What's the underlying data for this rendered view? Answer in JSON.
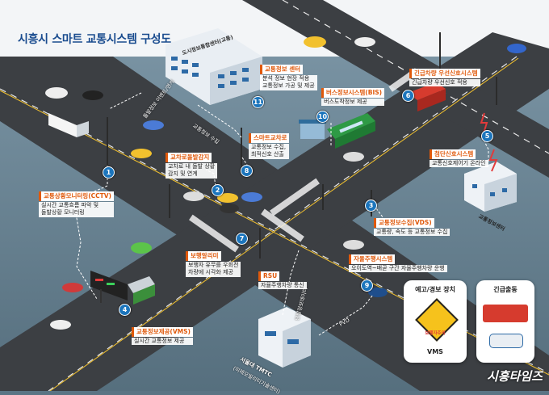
{
  "title": "시흥시 스마트 교통시스템 구성도",
  "buildings": {
    "center_sign": "도시정보통합센터(교통)",
    "signal_center": "교통정보센터",
    "tmtc": "서울대 TMTC",
    "tmtc_sub": "(미래모빌리티기술센터)"
  },
  "callouts": {
    "c1": {
      "num": "1",
      "head": "교통상황모니터링(CCTV)",
      "lines": [
        "실시간 교통흐름 파악 및",
        "돌발상황 모니터링"
      ]
    },
    "c2": {
      "num": "2",
      "head": "교차로돌발감지",
      "lines": [
        "교차로 내 돌발 상황",
        "감지 및 연계"
      ]
    },
    "c3": {
      "num": "3",
      "head": "교통정보수집(VDS)",
      "lines": [
        "교통량, 속도 등 교통정보 수집"
      ]
    },
    "c4": {
      "num": "4",
      "head": "교통정보제공(VMS)",
      "lines": [
        "실시간 교통정보 제공"
      ]
    },
    "c5": {
      "num": "5",
      "head": "첨단신호시스템",
      "lines": [
        "교통신호제어기 온라인"
      ]
    },
    "c6": {
      "num": "6",
      "head": "긴급차량 우선신호시스템",
      "lines": [
        "긴급차량 우선신호 적용"
      ]
    },
    "c7": {
      "num": "7",
      "head": "보행알리미",
      "lines": [
        "보행자 유무를 우회전",
        "차량에 시각화 제공"
      ]
    },
    "c8": {
      "num": "8",
      "head": "스마트교차로",
      "lines": [
        "교통정보 수집,",
        "최적신호 산출"
      ]
    },
    "c9": {
      "num": "9",
      "head": "자율주행시스템",
      "lines": [
        "오이도역~배곧 구간 자율주행차량 운행"
      ]
    },
    "c10": {
      "num": "10",
      "head": "버스정보시스템(BIS)",
      "lines": [
        "버스도착정보 제공"
      ]
    },
    "c11": {
      "num": "11",
      "head": "교통정보 센터",
      "lines": [
        "분석 정보 현장 적용",
        "교통정보 가공 및 제공"
      ]
    }
  },
  "rsu": {
    "head": "RSU",
    "line": "자율주행차량 통신"
  },
  "flow_labels": {
    "incident": "돌발정보 이벤트/연계",
    "collect": "교통정보 수집",
    "vehicle": "단말정보데이터",
    "pvd": "PVD"
  },
  "legend_boxes": {
    "warning": {
      "title": "예고/경보 장치",
      "sign": "보행자주의",
      "caption": "VMS"
    },
    "emergency": {
      "title": "긴급출동"
    }
  },
  "watermark": "시흥타임즈",
  "colors": {
    "accent": "#e0590b",
    "badge": "#1c75bc",
    "road": "#3c3f43",
    "ground": "#5b7484",
    "title": "#1a4c8f"
  }
}
